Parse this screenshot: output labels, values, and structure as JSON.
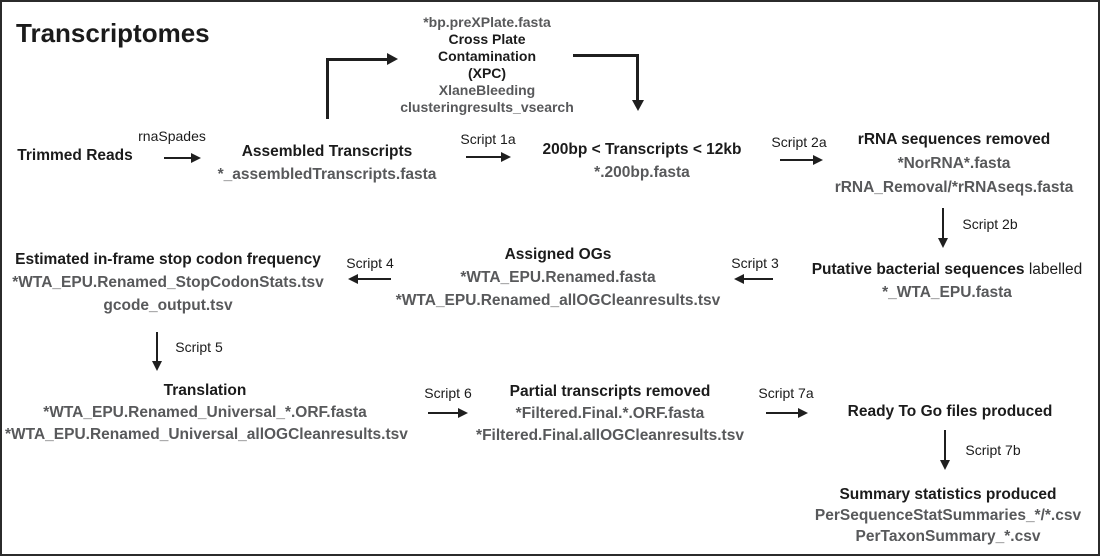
{
  "title": "Transcriptomes",
  "colors": {
    "background": "#ffffff",
    "border": "#2b2b2b",
    "heading_text": "#1b1b1b",
    "file_text": "#58595b",
    "arrow": "#1f1f1f"
  },
  "nodes": {
    "trimmed_reads": {
      "label": "Trimmed Reads"
    },
    "assembled": {
      "label": "Assembled Transcripts",
      "files": [
        "*_assembledTranscripts.fasta"
      ]
    },
    "xpc": {
      "file_above": "*bp.preXPlate.fasta",
      "label_lines": [
        "Cross Plate",
        "Contamination",
        "(XPC)"
      ],
      "files": [
        "XlaneBleeding",
        "clusteringresults_vsearch"
      ]
    },
    "size_filter": {
      "label": "200bp < Transcripts < 12kb",
      "files": [
        "*.200bp.fasta"
      ]
    },
    "rrna_removed": {
      "label": "rRNA sequences removed",
      "files": [
        "*NorRNA*.fasta",
        "rRNA_Removal/*rRNAseqs.fasta"
      ]
    },
    "bacterial_labelled": {
      "label_bold": "Putative bacterial sequences",
      "label_regular": " labelled",
      "files": [
        "*_WTA_EPU.fasta"
      ]
    },
    "assigned_ogs": {
      "label": "Assigned OGs",
      "files": [
        "*WTA_EPU.Renamed.fasta",
        "*WTA_EPU.Renamed_allOGCleanresults.tsv"
      ]
    },
    "stop_codon": {
      "label": "Estimated in-frame stop codon frequency",
      "files": [
        "*WTA_EPU.Renamed_StopCodonStats.tsv",
        "gcode_output.tsv"
      ]
    },
    "translation": {
      "label": "Translation",
      "files": [
        "*WTA_EPU.Renamed_Universal_*.ORF.fasta",
        "*WTA_EPU.Renamed_Universal_allOGCleanresults.tsv"
      ]
    },
    "partial_removed": {
      "label": "Partial transcripts removed",
      "files": [
        "*Filtered.Final.*.ORF.fasta",
        "*Filtered.Final.allOGCleanresults.tsv"
      ]
    },
    "ready_to_go": {
      "label": "Ready To Go files produced"
    },
    "summary": {
      "label": "Summary statistics produced",
      "files": [
        "PerSequenceStatSummaries_*/*.csv",
        "PerTaxonSummary_*.csv"
      ]
    }
  },
  "edge_labels": {
    "rnaspades": "rnaSpades",
    "script_1a": "Script 1a",
    "script_2a": "Script 2a",
    "script_2b": "Script 2b",
    "script_3": "Script 3",
    "script_4": "Script 4",
    "script_5": "Script 5",
    "script_6": "Script 6",
    "script_7a": "Script 7a",
    "script_7b": "Script 7b"
  }
}
